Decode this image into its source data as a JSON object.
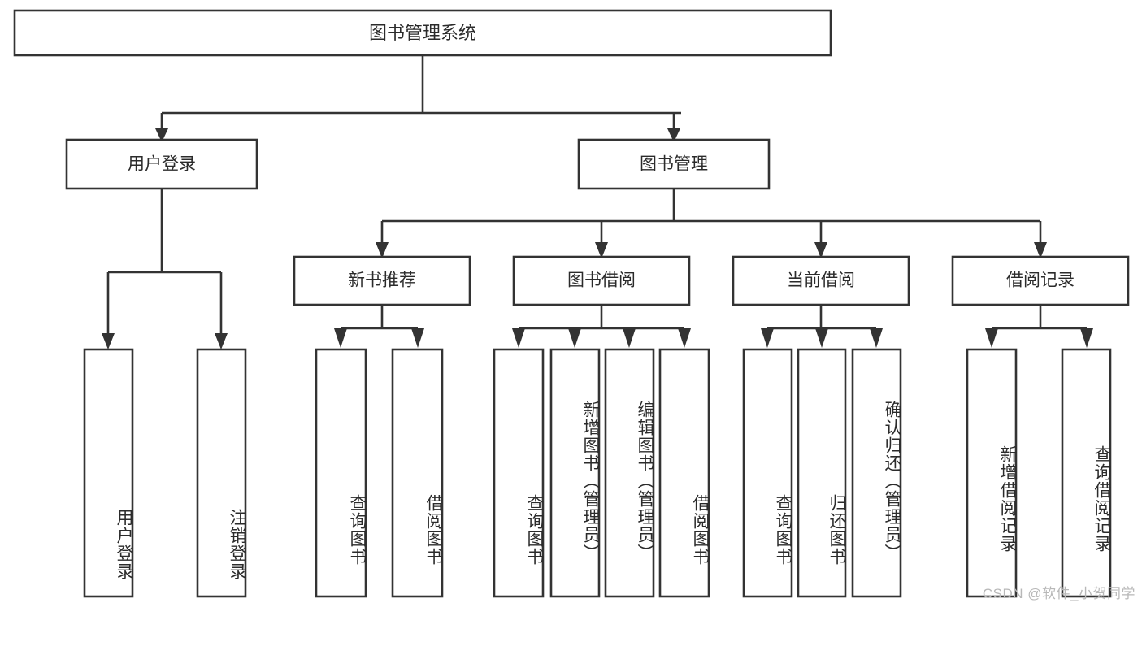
{
  "diagram": {
    "title": "图书管理系统",
    "type": "tree-hierarchy",
    "watermark": "CSDN @软件_小贺同学",
    "colors": {
      "stroke": "#333333",
      "fill": "#ffffff",
      "text": "#2b2b2b",
      "watermark": "#b8b8b8"
    },
    "root": {
      "label": "图书管理系统"
    },
    "level2": [
      {
        "label": "用户登录"
      },
      {
        "label": "图书管理"
      }
    ],
    "level3": [
      {
        "label": "新书推荐"
      },
      {
        "label": "图书借阅"
      },
      {
        "label": "当前借阅"
      },
      {
        "label": "借阅记录"
      }
    ],
    "leaves": {
      "user_login": [
        {
          "label": "用户登录"
        },
        {
          "label": "注销登录"
        }
      ],
      "new_book": [
        {
          "label": "查询图书"
        },
        {
          "label": "借阅图书"
        }
      ],
      "book_borrow": [
        {
          "label": "查询图书"
        },
        {
          "label": "新增图书（管理员）"
        },
        {
          "label": "编辑图书（管理员）"
        },
        {
          "label": "借阅图书"
        }
      ],
      "current_borrow": [
        {
          "label": "查询图书"
        },
        {
          "label": "归还图书"
        },
        {
          "label": "确认归还（管理员）"
        }
      ],
      "borrow_record": [
        {
          "label": "新增借阅记录"
        },
        {
          "label": "查询借阅记录"
        }
      ]
    }
  }
}
